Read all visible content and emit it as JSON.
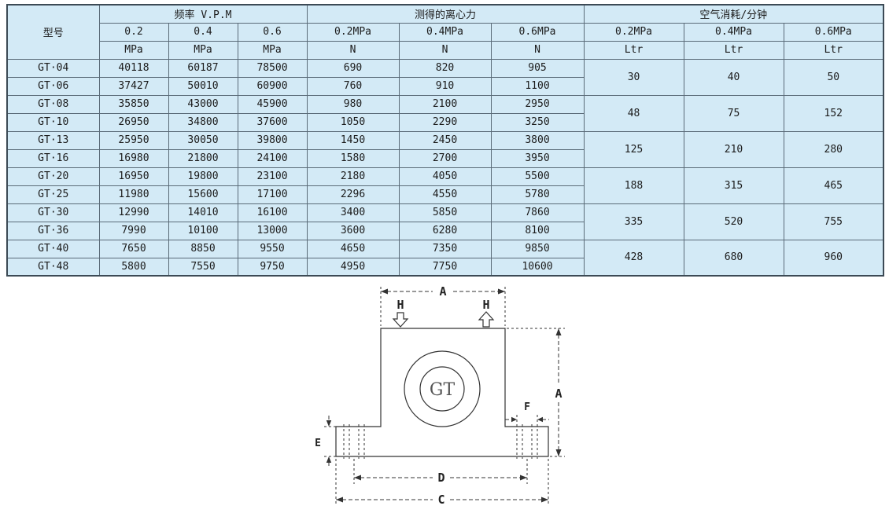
{
  "table": {
    "background": "#d3eaf6",
    "header": {
      "model_label": "型号",
      "group_freq": "频率 V.P.M",
      "group_force": "测得的离心力",
      "group_air": "空气消耗/分钟",
      "freq_pressures": [
        "0.2",
        "0.4",
        "0.6"
      ],
      "freq_units": [
        "MPa",
        "MPa",
        "MPa"
      ],
      "force_pressures": [
        "0.2MPa",
        "0.4MPa",
        "0.6MPa"
      ],
      "force_units": [
        "N",
        "N",
        "N"
      ],
      "air_pressures": [
        "0.2MPa",
        "0.4MPa",
        "0.6MPa"
      ],
      "air_units": [
        "Ltr",
        "Ltr",
        "Ltr"
      ]
    },
    "rows": [
      {
        "model": "GT·04",
        "freq": [
          "40118",
          "60187",
          "78500"
        ],
        "force": [
          "690",
          "820",
          "905"
        ]
      },
      {
        "model": "GT·06",
        "freq": [
          "37427",
          "50010",
          "60900"
        ],
        "force": [
          "760",
          "910",
          "1100"
        ]
      },
      {
        "model": "GT·08",
        "freq": [
          "35850",
          "43000",
          "45900"
        ],
        "force": [
          "980",
          "2100",
          "2950"
        ]
      },
      {
        "model": "GT·10",
        "freq": [
          "26950",
          "34800",
          "37600"
        ],
        "force": [
          "1050",
          "2290",
          "3250"
        ]
      },
      {
        "model": "GT·13",
        "freq": [
          "25950",
          "30050",
          "39800"
        ],
        "force": [
          "1450",
          "2450",
          "3800"
        ]
      },
      {
        "model": "GT·16",
        "freq": [
          "16980",
          "21800",
          "24100"
        ],
        "force": [
          "1580",
          "2700",
          "3950"
        ]
      },
      {
        "model": "GT·20",
        "freq": [
          "16950",
          "19800",
          "23100"
        ],
        "force": [
          "2180",
          "4050",
          "5500"
        ]
      },
      {
        "model": "GT·25",
        "freq": [
          "11980",
          "15600",
          "17100"
        ],
        "force": [
          "2296",
          "4550",
          "5780"
        ]
      },
      {
        "model": "GT·30",
        "freq": [
          "12990",
          "14010",
          "16100"
        ],
        "force": [
          "3400",
          "5850",
          "7860"
        ]
      },
      {
        "model": "GT·36",
        "freq": [
          "7990",
          "10100",
          "13000"
        ],
        "force": [
          "3600",
          "6280",
          "8100"
        ]
      },
      {
        "model": "GT·40",
        "freq": [
          "7650",
          "8850",
          "9550"
        ],
        "force": [
          "4650",
          "7350",
          "9850"
        ]
      },
      {
        "model": "GT·48",
        "freq": [
          "5800",
          "7550",
          "9750"
        ],
        "force": [
          "4950",
          "7750",
          "10600"
        ]
      }
    ],
    "air_groups": [
      [
        "30",
        "40",
        "50"
      ],
      [
        "48",
        "75",
        "152"
      ],
      [
        "125",
        "210",
        "280"
      ],
      [
        "188",
        "315",
        "465"
      ],
      [
        "335",
        "520",
        "755"
      ],
      [
        "428",
        "680",
        "960"
      ]
    ]
  },
  "diagram": {
    "center_label": "GT",
    "labels": {
      "a_top": "A",
      "h_left": "H",
      "h_right": "H",
      "a_right": "A",
      "f": "F",
      "e": "E",
      "d": "D",
      "c": "C"
    }
  }
}
